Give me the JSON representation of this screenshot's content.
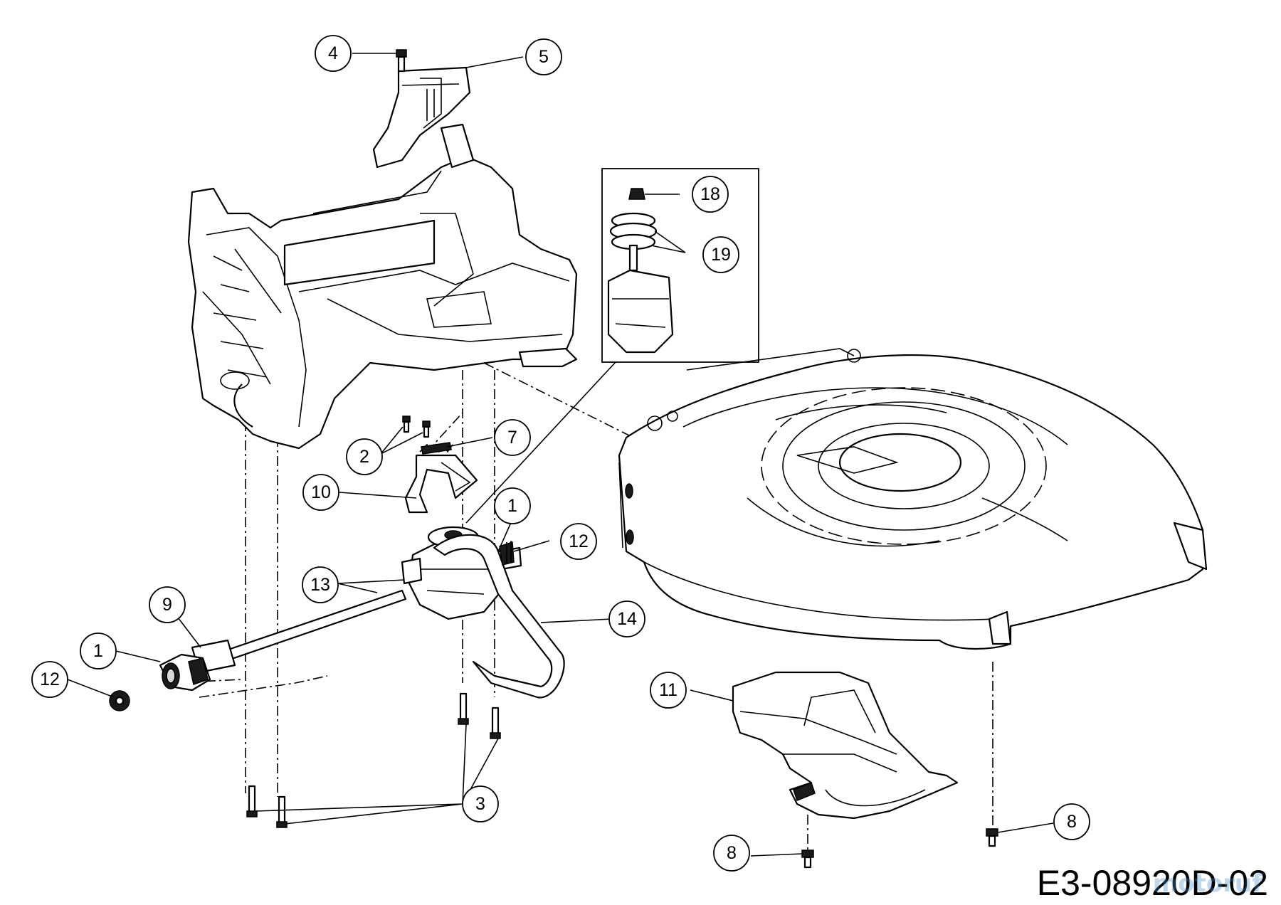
{
  "callouts": [
    {
      "id": "c4",
      "label": "4"
    },
    {
      "id": "c5",
      "label": "5"
    },
    {
      "id": "c18",
      "label": "18"
    },
    {
      "id": "c19",
      "label": "19"
    },
    {
      "id": "c2",
      "label": "2"
    },
    {
      "id": "c7",
      "label": "7"
    },
    {
      "id": "c10",
      "label": "10"
    },
    {
      "id": "c1a",
      "label": "1"
    },
    {
      "id": "c12a",
      "label": "12"
    },
    {
      "id": "c13",
      "label": "13"
    },
    {
      "id": "c9",
      "label": "9"
    },
    {
      "id": "c14",
      "label": "14"
    },
    {
      "id": "c1b",
      "label": "1"
    },
    {
      "id": "c12b",
      "label": "12"
    },
    {
      "id": "c11",
      "label": "11"
    },
    {
      "id": "c3",
      "label": "3"
    },
    {
      "id": "c8a",
      "label": "8"
    },
    {
      "id": "c8b",
      "label": "8"
    }
  ],
  "drawing_code": "E3-08920D-02",
  "watermark": "motoruf"
}
